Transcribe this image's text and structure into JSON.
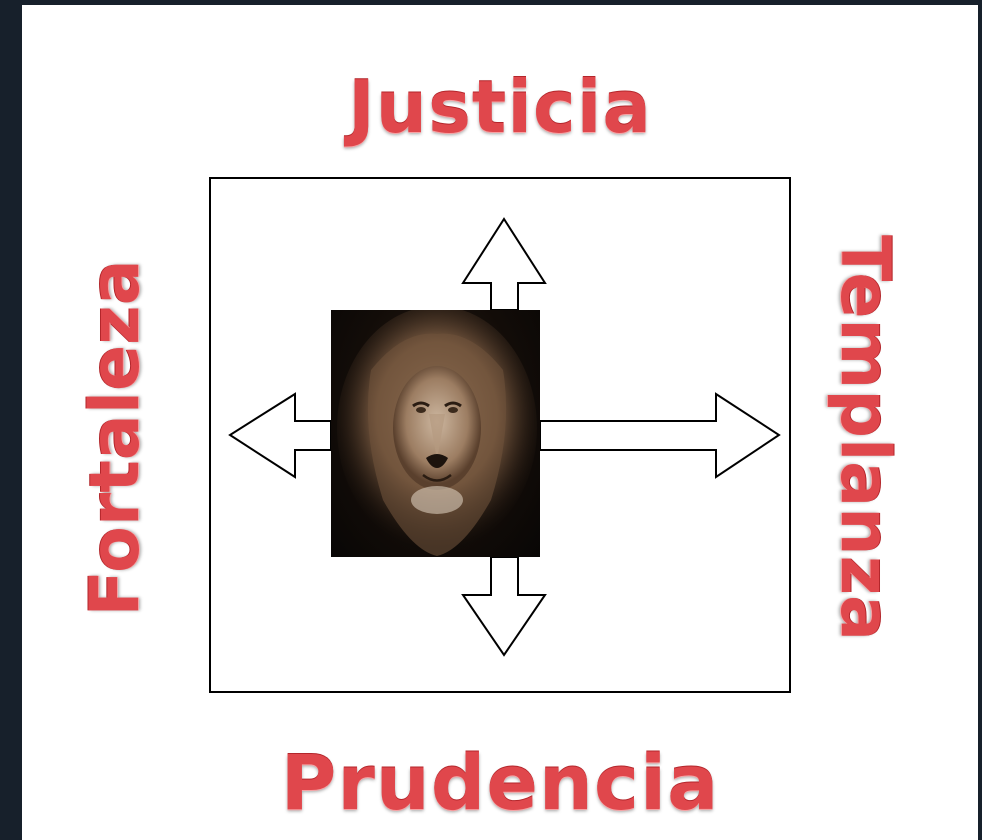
{
  "labels": {
    "top": "Justicia",
    "left": "Fortaleza",
    "right": "Templanza",
    "bottom": "Prudencia"
  },
  "colors": {
    "label": "#e0474c",
    "frame": "#000000",
    "page_background": "#17202b"
  },
  "image": {
    "subject": "lion-portrait"
  }
}
